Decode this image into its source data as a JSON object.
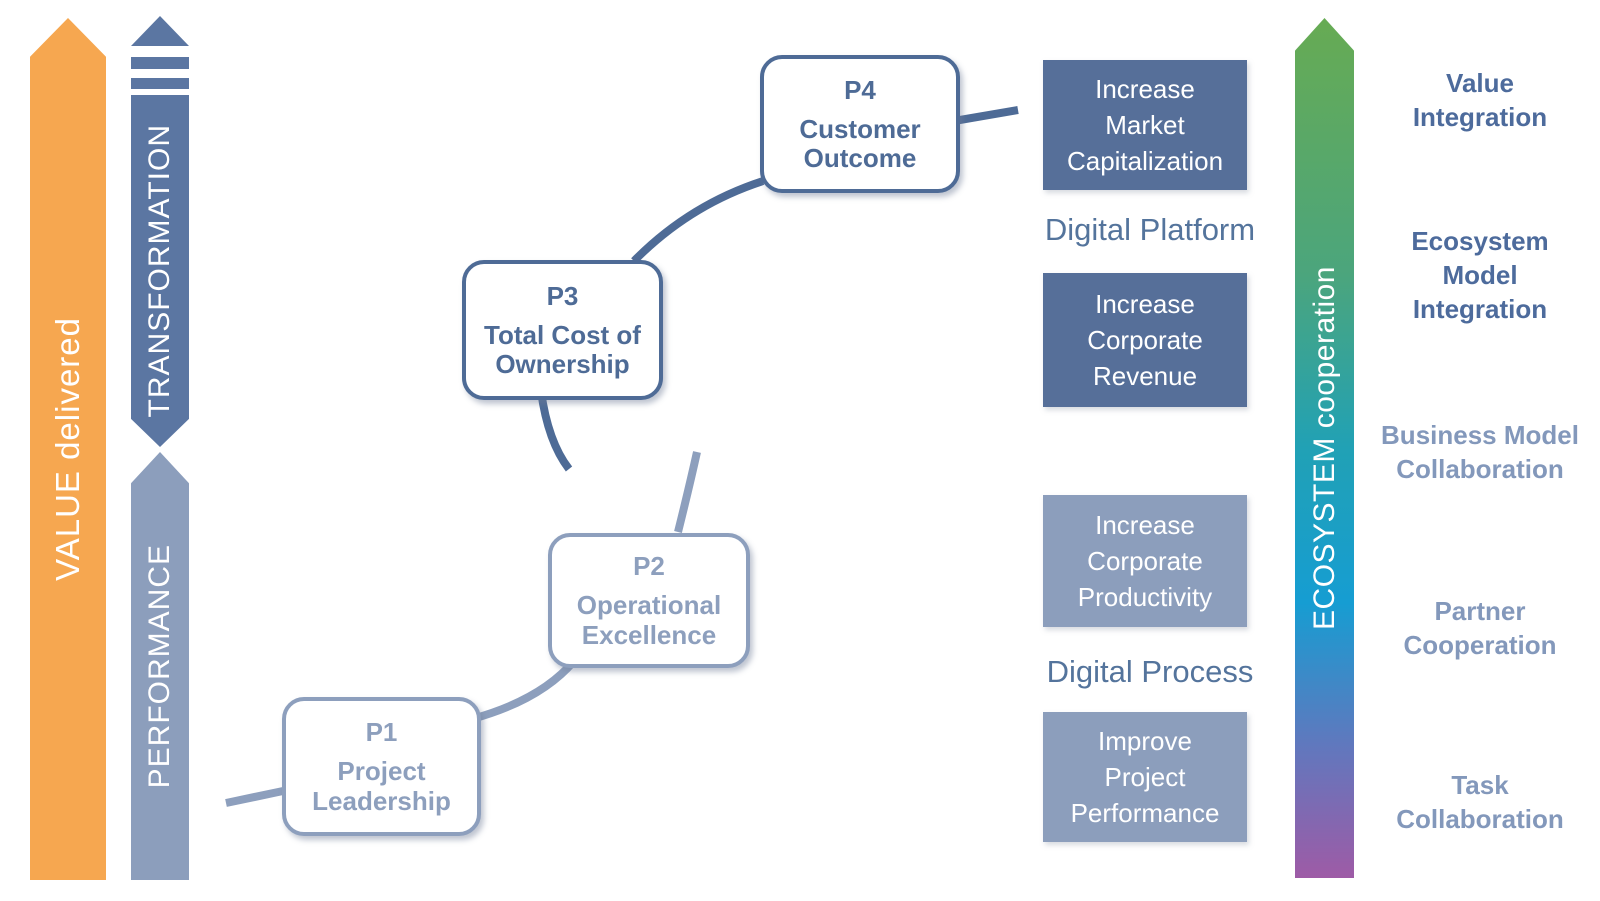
{
  "left_banners": {
    "value": {
      "label": "VALUE delivered",
      "color": "#F6A750"
    },
    "transformation": {
      "label": "TRANSFORMATION",
      "color": "#5B76A2"
    },
    "performance": {
      "label": "PERFORMANCE",
      "color": "#8C9EBC"
    }
  },
  "journey": {
    "stages": [
      {
        "id": "P1",
        "title": "Project\nLeadership",
        "tone": "light"
      },
      {
        "id": "P2",
        "title": "Operational\nExcellence",
        "tone": "light"
      },
      {
        "id": "P3",
        "title": "Total Cost of\nOwnership",
        "tone": "dark"
      },
      {
        "id": "P4",
        "title": "Customer\nOutcome",
        "tone": "dark"
      }
    ]
  },
  "outcomes": {
    "platform_label": "Digital Platform",
    "process_label": "Digital Process",
    "boxes": [
      {
        "text": "Increase\nMarket\nCapitalization",
        "tone": "dark"
      },
      {
        "text": "Increase\nCorporate\nRevenue",
        "tone": "dark"
      },
      {
        "text": "Increase\nCorporate\nProductivity",
        "tone": "light"
      },
      {
        "text": "Improve\nProject\nPerformance",
        "tone": "light"
      }
    ]
  },
  "ecosystem": {
    "banner_label": "ECOSYSTEM cooperation",
    "gradient": [
      "#67AB53",
      "#21A1B5",
      "#169DD2",
      "#9E5BA6"
    ],
    "levels": [
      {
        "text": "Value\nIntegration",
        "tone": "dark"
      },
      {
        "text": "Ecosystem\nModel\nIntegration",
        "tone": "dark"
      },
      {
        "text": "Business Model\nCollaboration",
        "tone": "light"
      },
      {
        "text": "Partner\nCooperation",
        "tone": "light"
      },
      {
        "text": "Task\nCollaboration",
        "tone": "light"
      }
    ]
  },
  "colors": {
    "tone_dark": "#4E6B96",
    "tone_dark_fill": "#566F99",
    "tone_light": "#8C9EBC",
    "orange": "#F6A750",
    "digital_label": "#54749C"
  }
}
